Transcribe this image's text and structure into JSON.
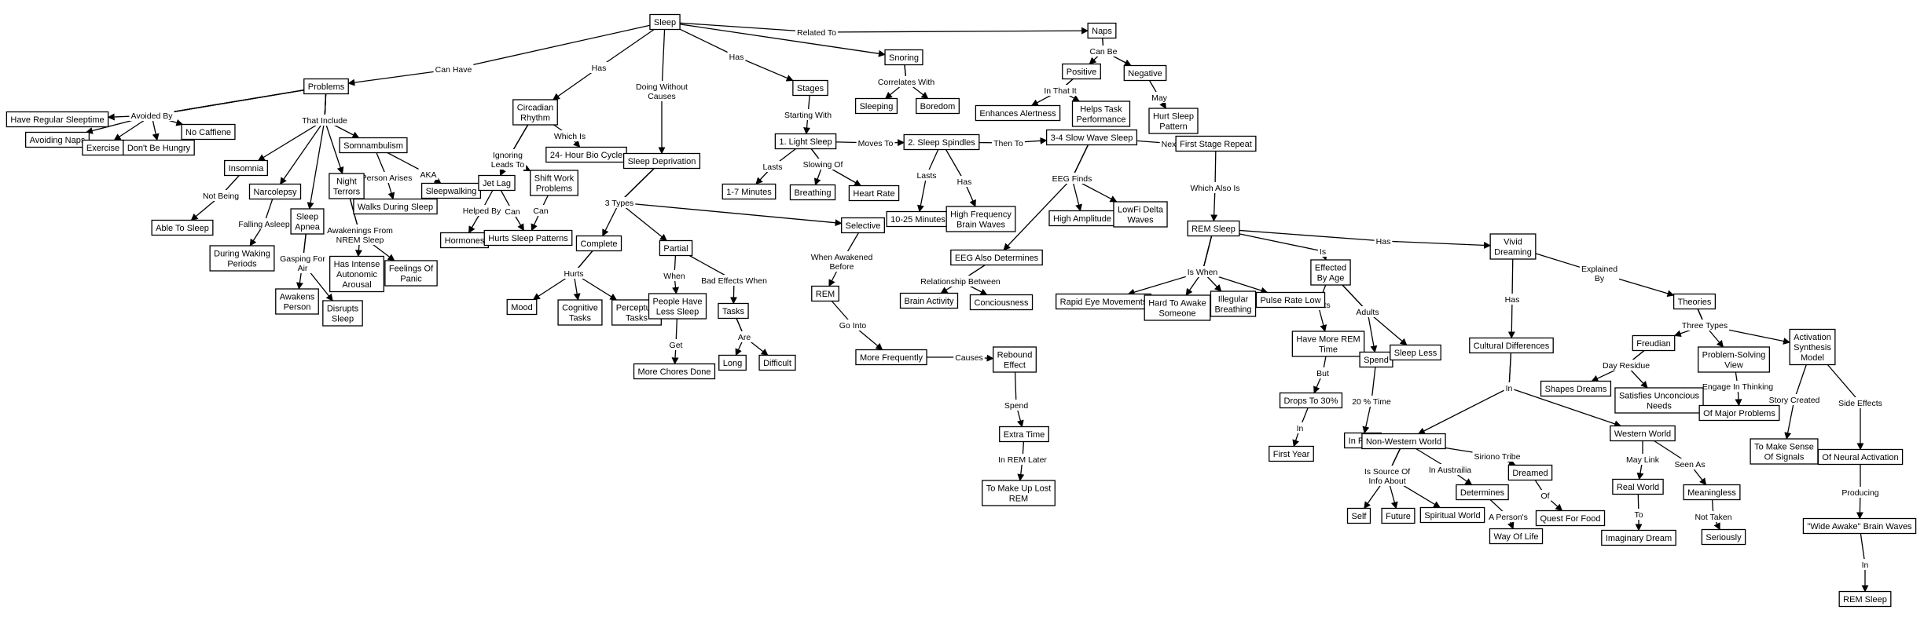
{
  "nodes": {
    "sleep": "Sleep",
    "problems": "Problems",
    "have_regular_sleeptime": "Have Regular Sleeptime",
    "avoiding_naps": "Avoiding Naps",
    "exercise": "Exercise",
    "dont_be_hungry": "Don't Be Hungry",
    "no_caffiene": "No Caffiene",
    "insomnia": "Insomnia",
    "able_to_sleep": "Able To Sleep",
    "narcolepsy": "Narcolepsy",
    "during_waking_periods": [
      "During Waking",
      "Periods"
    ],
    "sleep_apnea": [
      "Sleep",
      "Apnea"
    ],
    "awakens_person": [
      "Awakens",
      "Person"
    ],
    "disrupts_sleep": [
      "Disrupts",
      "Sleep"
    ],
    "night_terrors": [
      "Night",
      "Terrors"
    ],
    "has_intense_autonomic_arousal": [
      "Has Intense",
      "Autonomic",
      "Arousal"
    ],
    "feelings_of_panic": [
      "Feelings Of",
      "Panic"
    ],
    "somnambulism": "Somnambulism",
    "walks_during_sleep": "Walks During Sleep",
    "sleepwalking": "Sleepwalking",
    "circadian_rhythm": [
      "Circadian",
      "Rhythm"
    ],
    "bio_cycle": "24- Hour Bio Cycle",
    "jet_lag": "Jet Lag",
    "shift_work_problems": [
      "Shift Work",
      "Problems"
    ],
    "hormones": "Hormones",
    "hurts_sleep_patterns": "Hurts Sleep Patterns",
    "sleep_deprivation": "Sleep Deprivation",
    "complete": "Complete",
    "partial": "Partial",
    "mood": "Mood",
    "cognitive_tasks": [
      "Cognitive",
      "Tasks"
    ],
    "perceptual_tasks": [
      "Perceptual",
      "Tasks"
    ],
    "people_have_less_sleep": [
      "People Have",
      "Less Sleep"
    ],
    "tasks": "Tasks",
    "more_chores_done": "More Chores Done",
    "long": "Long",
    "difficult": "Difficult",
    "selective": "Selective",
    "rem": "REM",
    "more_frequently": "More Frequently",
    "rebound_effect": [
      "Rebound",
      "Effect"
    ],
    "extra_time": "Extra Time",
    "to_make_up_lost_rem": [
      "To Make Up Lost",
      "REM"
    ],
    "stages": "Stages",
    "light_sleep": "1. Light Sleep",
    "one_seven_minutes": "1-7 Minutes",
    "breathing": "Breathing",
    "heart_rate": "Heart Rate",
    "sleep_spindles": "2. Sleep Spindles",
    "ten_25_minutes": "10-25 Minutes",
    "high_frequency_brain_waves": [
      "High Frequency",
      "Brain Waves"
    ],
    "slow_wave_sleep": "3-4 Slow Wave Sleep",
    "eeg_also_determines": "EEG Also Determines",
    "brain_activity": "Brain Activity",
    "conciousness": "Conciousness",
    "high_amplitude": "High Amplitude",
    "lowfi_delta_waves": [
      "LowFi Delta",
      "Waves"
    ],
    "snoring": "Snoring",
    "sleeping": "Sleeping",
    "boredom": "Boredom",
    "naps": "Naps",
    "positive": "Positive",
    "negative": "Negative",
    "enhances_alertness": "Enhances Alertness",
    "helps_task_performance": [
      "Helps Task",
      "Performance"
    ],
    "hurt_sleep_pattern": [
      "Hurt Sleep",
      "Pattern"
    ],
    "first_stage_repeat": "First Stage Repeat",
    "rem_sleep": "REM Sleep",
    "rapid_eye_movements": "Rapid Eye Movements",
    "hard_to_awake_someone": [
      "Hard To Awake",
      "Someone"
    ],
    "illegular_breathing": [
      "Illegular",
      "Breathing"
    ],
    "pulse_rate_low": "Pulse Rate Low",
    "effected_by_age": [
      "Effected",
      "By Age"
    ],
    "have_more_rem_time": [
      "Have More REM",
      "Time"
    ],
    "spend": "Spend",
    "sleep_less": "Sleep Less",
    "drops_to_30": "Drops To 30%",
    "first_year": "First Year",
    "in_rem": "In REM",
    "vivid_dreaming": [
      "Vivid",
      "Dreaming"
    ],
    "cultural_differences": "Cultural Differences",
    "non_western_world": "Non-Western World",
    "self": "Self",
    "future": "Future",
    "spiritual_world": "Spiritual World",
    "determines": "Determines",
    "way_of_life": "Way Of Life",
    "dreamed": "Dreamed",
    "quest_for_food": "Quest For Food",
    "western_world": "Western World",
    "real_world": "Real World",
    "imaginary_dream": "Imaginary Dream",
    "meaningless": "Meaningless",
    "seriously": "Seriously",
    "theories": "Theories",
    "freudian": "Freudian",
    "shapes_dreams": "Shapes Dreams",
    "satisfies_unconcious_needs": [
      "Satisfies Unconcious",
      "Needs"
    ],
    "problem_solving_view": [
      "Problem-Solving",
      "View"
    ],
    "of_major_problems": "Of Major Problems",
    "activation_synthesis_model": [
      "Activation",
      "Synthesis",
      "Model"
    ],
    "to_make_sense_of_signals": [
      "To Make Sense",
      "Of Signals"
    ],
    "of_neural_activation": "Of Neural Activation",
    "wide_awake_brain_waves": "\"Wide Awake\" Brain Waves",
    "rem_sleep_final": "REM Sleep"
  },
  "links": {
    "can_have": "Can Have",
    "has_1": "Has",
    "doing_without_causes": [
      "Doing Without",
      "Causes"
    ],
    "has_2": "Has",
    "related_to": "Related To",
    "avoided_by": "Avoided By",
    "that_include": "That Include",
    "not_being": "Not Being",
    "falling_asleep": "Falling Asleep",
    "gasping_for_air": [
      "Gasping For",
      "Air"
    ],
    "awakenings_from_nrem_sleep": [
      "Awakenings From",
      "NREM Sleep"
    ],
    "person_arises": "Person Arises",
    "aka": "AKA",
    "which_is": "Which Is",
    "ignoring_leads_to": [
      "Ignoring",
      "Leads To"
    ],
    "helped_by": "Helped By",
    "can_1": "Can",
    "can_2": "Can",
    "three_types": "3 Types",
    "hurts": "Hurts",
    "when": "When",
    "bad_effects_when": "Bad Effects When",
    "get": "Get",
    "are": "Are",
    "when_awakened_before": [
      "When Awakened",
      "Before"
    ],
    "go_into": "Go Into",
    "causes": "Causes",
    "spend_link": "Spend",
    "in_rem_later": "In REM Later",
    "starting_with": "Starting With",
    "lasts_1": "Lasts",
    "slowing_of": "Slowing Of",
    "moves_to": "Moves To",
    "lasts_2": "Lasts",
    "has_3": "Has",
    "then_to": "Then To",
    "eeg_finds": "EEG Finds",
    "relationship_between": "Relationship Between",
    "correlates_with": "Correlates With",
    "can_be": "Can Be",
    "in_that_it": "In That It",
    "may": "May",
    "next_is": "Next Is",
    "which_also_is": "Which Also Is",
    "has_4": "Has",
    "is_when": "Is When",
    "is": "Is",
    "infants": "Infants",
    "adults": "Adults",
    "but": "But",
    "in_1": "In",
    "twenty_percent_time": "20 % Time",
    "has_5": "Has",
    "explained_by": [
      "Explained",
      "By"
    ],
    "in_2": "In",
    "is_source_of_info_about": [
      "Is Source Of",
      "Info About"
    ],
    "in_austrailia": "In Austrailia",
    "siriono_tribe": "Siriono Tribe",
    "a_persons": "A Person's",
    "of": "Of",
    "may_link": "May Link",
    "to": "To",
    "seen_as": "Seen As",
    "not_taken": "Not Taken",
    "three_types_2": "Three Types",
    "day_residue": "Day Residue",
    "engage_in_thinking": "Engage In Thinking",
    "story_created": "Story Created",
    "side_effects": "Side Effects",
    "producing": "Producing",
    "in_3": "In"
  }
}
